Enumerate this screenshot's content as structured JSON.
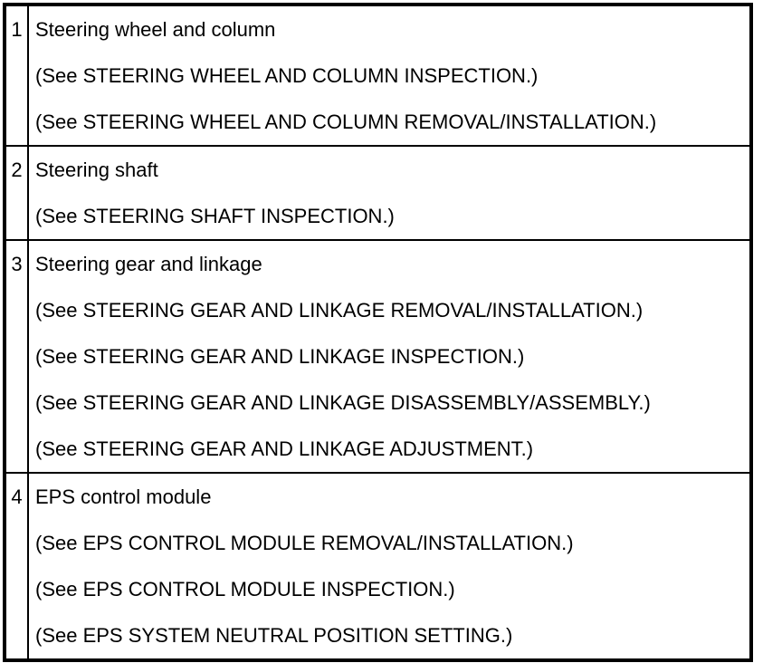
{
  "table": {
    "rows": [
      {
        "number": "1",
        "title": "Steering wheel and column",
        "references": [
          "(See STEERING WHEEL AND COLUMN INSPECTION.)",
          "(See STEERING WHEEL AND COLUMN REMOVAL/INSTALLATION.)"
        ]
      },
      {
        "number": "2",
        "title": "Steering shaft",
        "references": [
          "(See STEERING SHAFT INSPECTION.)"
        ]
      },
      {
        "number": "3",
        "title": "Steering gear and linkage",
        "references": [
          "(See STEERING GEAR AND LINKAGE REMOVAL/INSTALLATION.)",
          "(See STEERING GEAR AND LINKAGE INSPECTION.)",
          "(See STEERING GEAR AND LINKAGE DISASSEMBLY/ASSEMBLY.)",
          "(See STEERING GEAR AND LINKAGE ADJUSTMENT.)"
        ]
      },
      {
        "number": "4",
        "title": "EPS control module",
        "references": [
          "(See EPS CONTROL MODULE REMOVAL/INSTALLATION.)",
          "(See EPS CONTROL MODULE INSPECTION.)",
          "(See EPS SYSTEM NEUTRAL POSITION SETTING.)"
        ]
      }
    ],
    "colors": {
      "border": "#000000",
      "text": "#000000",
      "background": "#ffffff"
    }
  }
}
